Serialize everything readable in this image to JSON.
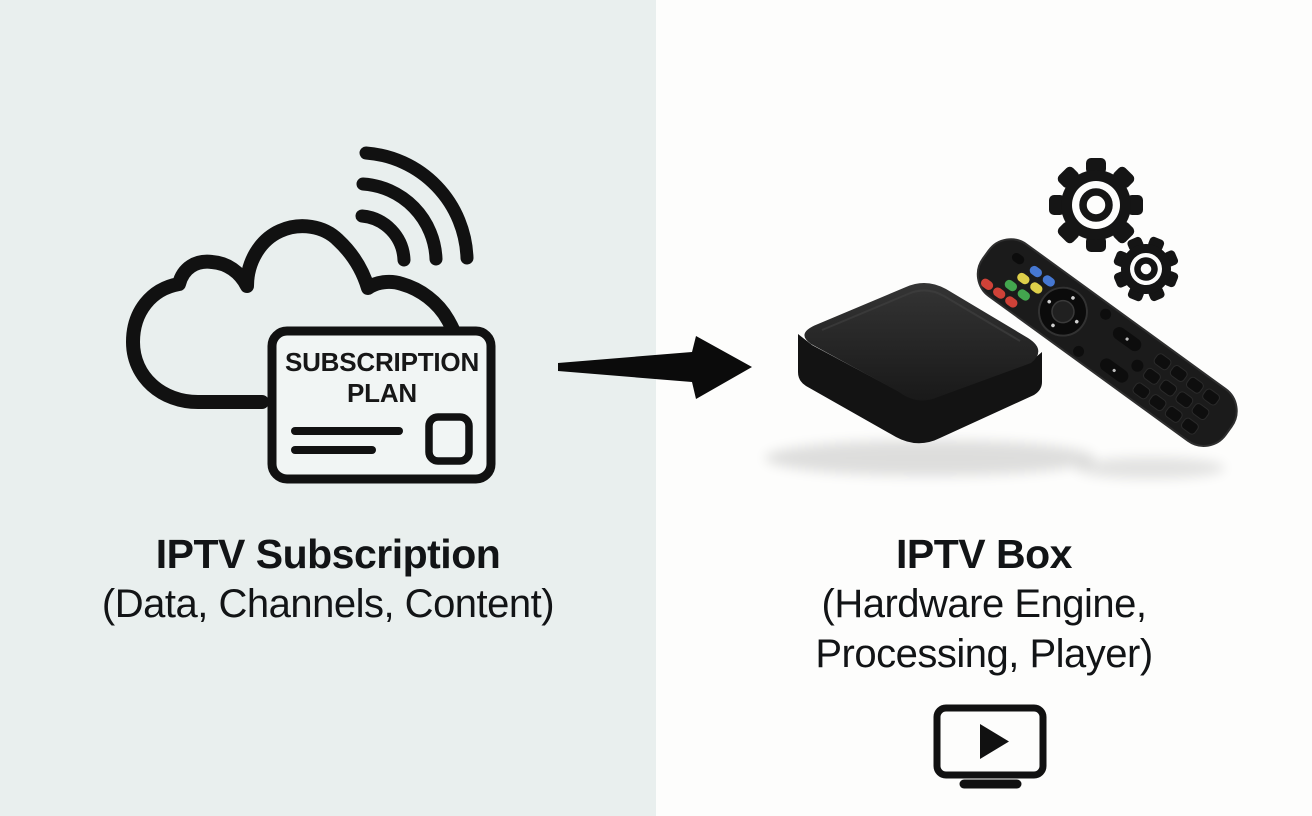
{
  "left_section": {
    "title": "IPTV Subscription",
    "subtitle": "(Data, Channels, Content)",
    "card": {
      "line1": "SUBSCRIPTION",
      "line2": "PLAN"
    },
    "icons": [
      "cloud-icon",
      "wifi-signal-icon",
      "subscription-card-icon"
    ]
  },
  "connector": {
    "icon": "arrow-right-icon",
    "direction": "left-to-right"
  },
  "right_section": {
    "title": "IPTV Box",
    "subtitle_line1": "(Hardware Engine,",
    "subtitle_line2": "Processing, Player)",
    "icons": [
      "set-top-box-icon",
      "remote-control-icon",
      "gears-icon",
      "tv-play-icon"
    ]
  },
  "colors": {
    "left_panel_bg": "#e9efee",
    "right_panel_bg": "#fdfdfc",
    "line_art": "#111111",
    "arrow": "#0b0b0b",
    "device_body": "#1d1d1d",
    "remote_button_red": "#cf4238",
    "remote_button_green": "#43a64e",
    "remote_button_yellow": "#decf4a",
    "remote_button_blue": "#4678d2"
  }
}
